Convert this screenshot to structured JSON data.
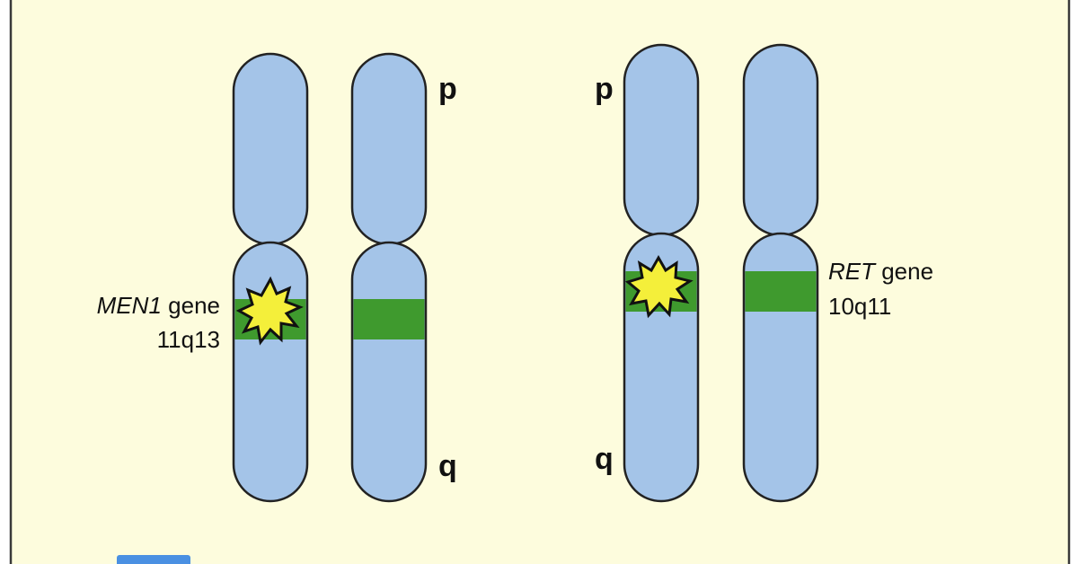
{
  "colors": {
    "background": "#fdfcdd",
    "chromosome": "#a4c4e8",
    "band": "#3f9a2e",
    "mutation": "#f4ef3a",
    "legend_swatch": "#4a90e2"
  },
  "pair_men1": {
    "arm_labels": {
      "p": "p",
      "q": "q"
    },
    "gene": {
      "name": "MEN1",
      "suffix": " gene",
      "locus": "11q13"
    }
  },
  "pair_ret": {
    "arm_labels": {
      "p": "p",
      "q": "q"
    },
    "gene": {
      "name": "RET",
      "suffix": " gene",
      "locus": "10q11"
    }
  },
  "icons": {
    "mutation": "starburst-icon"
  }
}
